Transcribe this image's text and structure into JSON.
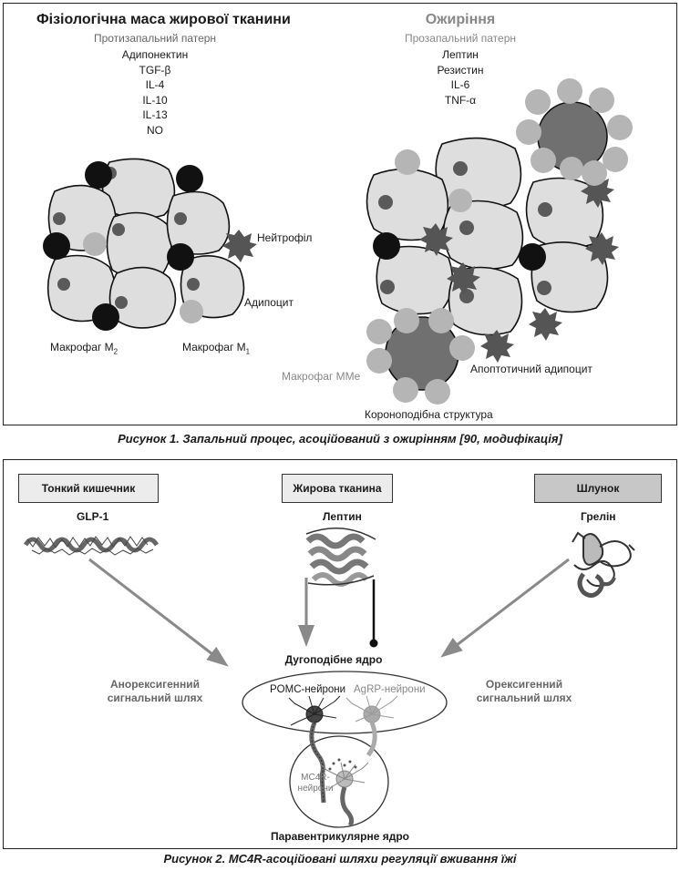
{
  "figure1": {
    "left_title": "Фізіологічна маса жирової тканини",
    "left_subtitle": "Протизапальний патерн",
    "left_items": [
      "Адипонектин",
      "TGF-β",
      "IL-4",
      "IL-10",
      "IL-13",
      "NO"
    ],
    "right_title": "Ожиріння",
    "right_subtitle": "Прозапальний патерн",
    "right_items": [
      "Лептин",
      "Резистин",
      "IL-6",
      "TNF-α"
    ],
    "labels": {
      "neutrophil": "Нейтрофіл",
      "adipocyte": "Адипоцит",
      "macrophage_m2": "Макрофаг M",
      "m2_sub": "2",
      "macrophage_m1": "Макрофаг M",
      "m1_sub": "1",
      "macrophage_mme": "Макрофаг MMe",
      "apoptotic": "Апоптотичний адипоцит",
      "crown": "Короноподібна структура"
    },
    "caption": "Рисунок 1. Запальний процес, асоційований з ожирінням [90, модифікація]"
  },
  "figure2": {
    "boxes": {
      "intestine": "Тонкий кишечник",
      "fat": "Жирова тканина",
      "stomach": "Шлунок"
    },
    "hormones": {
      "glp1": "GLP-1",
      "leptin": "Лептин",
      "ghrelin": "Грелін"
    },
    "arcuate": "Дугоподібне ядро",
    "anorexigenic": [
      "Анорексигенний",
      "сигнальний шлях"
    ],
    "orexigenic": [
      "Орексигенний",
      "сигнальний шлях"
    ],
    "pomc": "POMC-нейрони",
    "agrp": "AgRP-нейрони",
    "mc4r": [
      "MC4R-",
      "нейрони"
    ],
    "pvn": "Паравентрикулярне ядро",
    "caption": "Рисунок 2. MC4R-асоційовані шляхи регуляції вживання їжі"
  },
  "colors": {
    "black_cell": "#111111",
    "adipocyte_fill": "#dedede",
    "small_nucleus": "#5a5a5a",
    "light_macrophage": "#b5b5b5",
    "crown_core": "#707070",
    "box_dark": "#c7c7c7",
    "box_light": "#ececec",
    "arrow": "#8a8a8a"
  }
}
